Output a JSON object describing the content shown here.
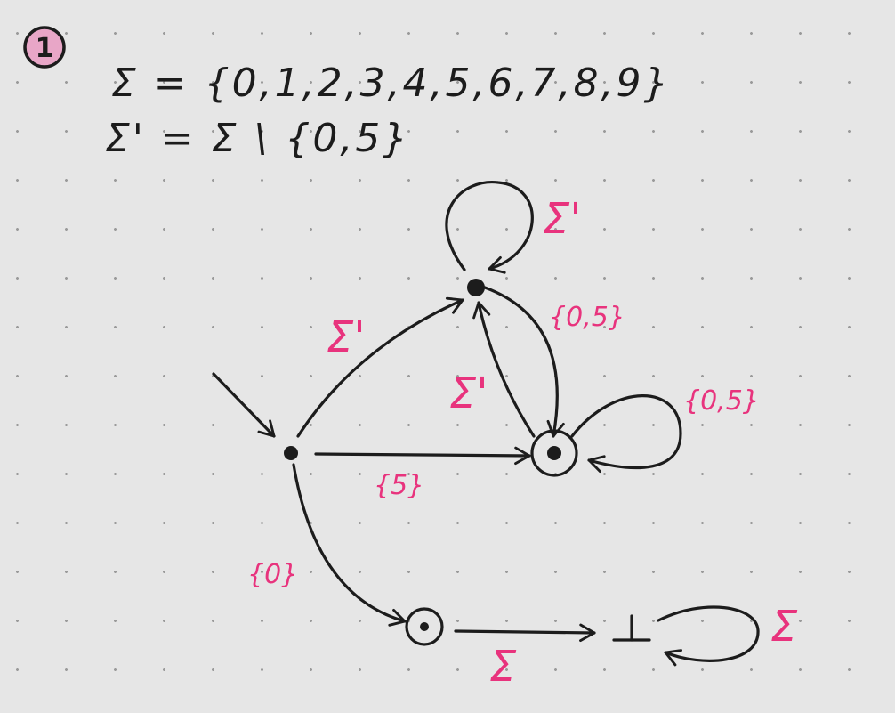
{
  "note": {
    "number": "1",
    "badge_fill": "#e8a6c7",
    "line1": "Σ = {0,1,2,3,4,5,6,7,8,9}",
    "line2": "Σ' = Σ \\ {0,5}"
  },
  "automaton": {
    "ink_color": "#1c1c1c",
    "label_color": "#e8337d",
    "sink_symbol": "⊥",
    "labels": {
      "top_loop": "Σ'",
      "top_to_accept": "{0,5}",
      "accept_to_top": "Σ'",
      "accept_loop": "{0,5}",
      "start_to_top": "Σ'",
      "start_to_accept": "{5}",
      "start_to_bottom": "{0}",
      "bottom_to_sink": "Σ",
      "sink_loop": "Σ"
    }
  }
}
